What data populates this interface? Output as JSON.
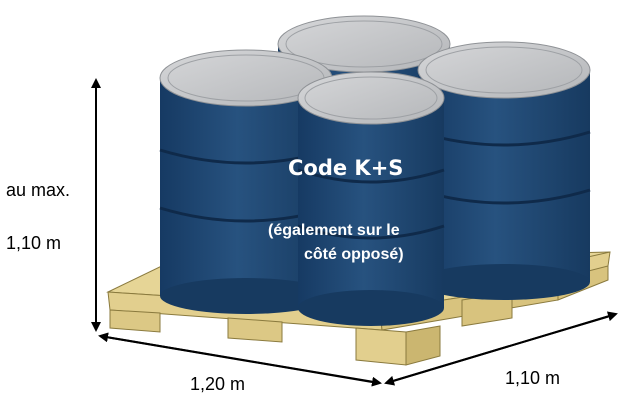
{
  "labels": {
    "height_prefix": "au max.",
    "height_value": "1,10 m",
    "length_value": "1,20 m",
    "width_value": "1,10 m",
    "code_title": "Code K+S",
    "note_line1": "(également sur le",
    "note_line2": "côté opposé)"
  },
  "colors": {
    "drum_body": "#1f4673",
    "drum_lid": "#c7c9cc",
    "pallet_wood": "#e2cf8e",
    "pallet_edge": "#8a7a3e",
    "arrow": "#000000"
  }
}
